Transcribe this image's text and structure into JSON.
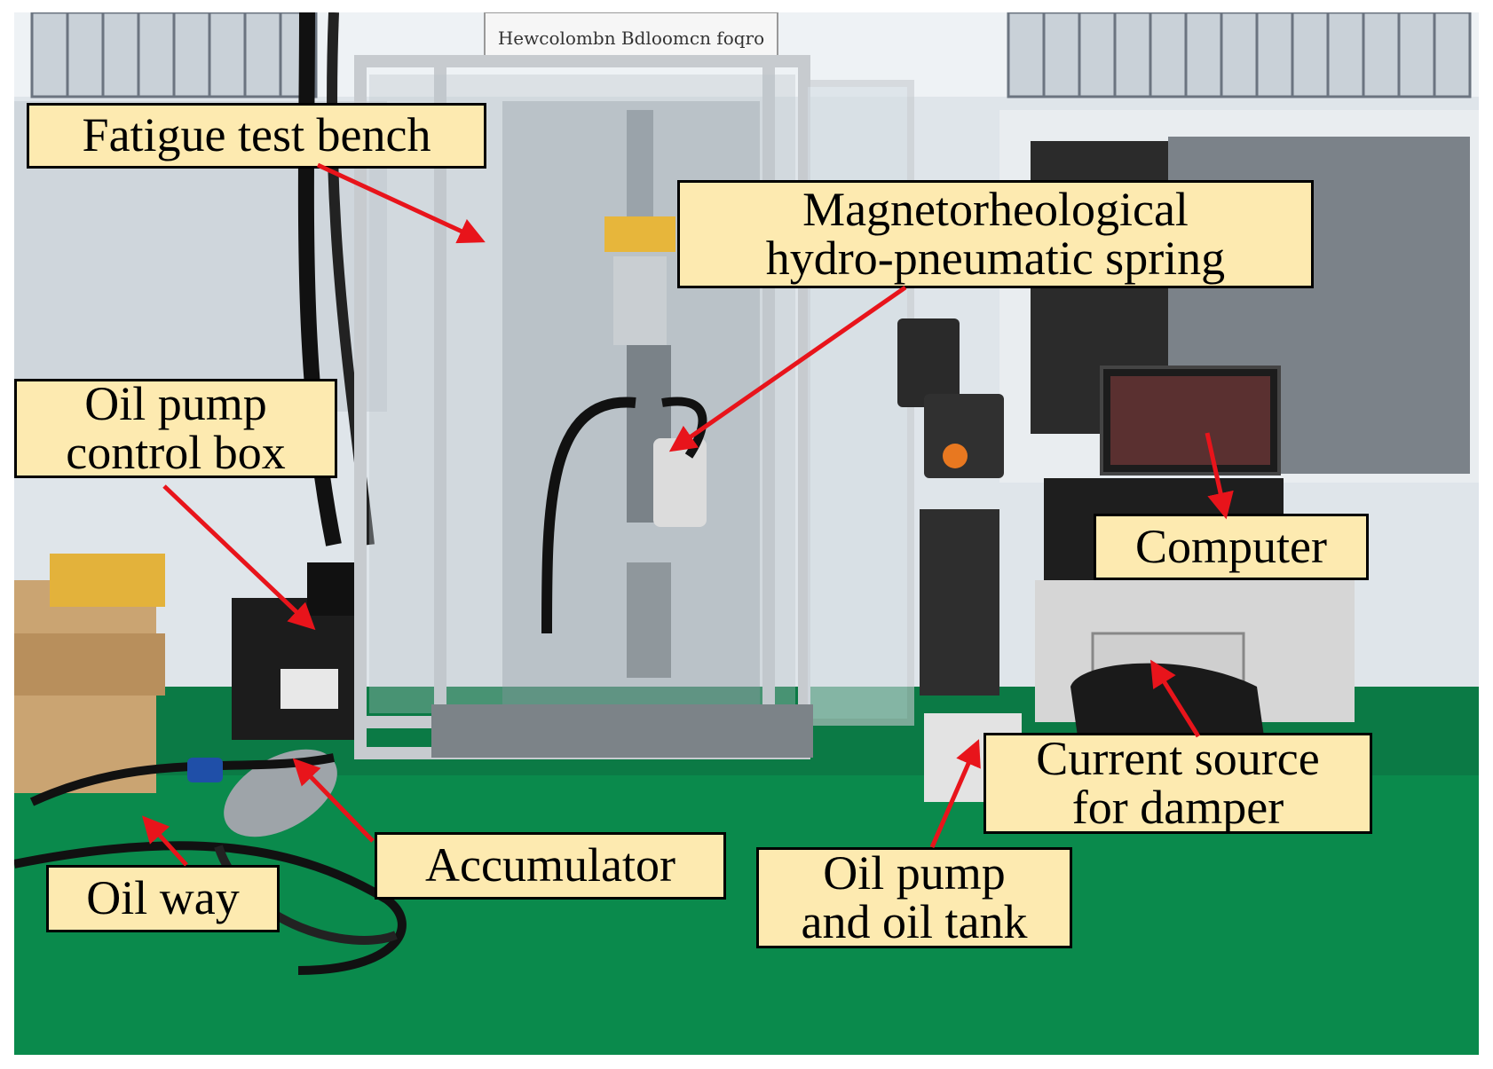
{
  "photo": {
    "description_hidden": false,
    "floor_color": "#0b7a45",
    "wall_color": "#dfe5ea",
    "banner_text": "Hewcolombn Bdloomcn foqro"
  },
  "colors": {
    "label_bg": "#fdeab0",
    "label_border": "#000000",
    "arrow": "#e8141b"
  },
  "labels": {
    "fatigue_bench": [
      "Fatigue test bench"
    ],
    "mr_spring": [
      "Magnetorheological",
      "hydro-pneumatic spring"
    ],
    "pump_control": [
      "Oil pump",
      "control box"
    ],
    "computer": [
      "Computer"
    ],
    "current_source": [
      "Current source",
      "for damper"
    ],
    "accumulator": [
      "Accumulator"
    ],
    "oil_way": [
      "Oil way"
    ],
    "pump_tank": [
      "Oil pump",
      "and oil tank"
    ]
  }
}
